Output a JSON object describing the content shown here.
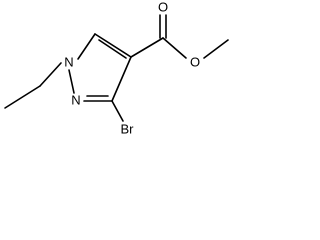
{
  "molecule": {
    "atoms": {
      "n1": "N",
      "n2": "N",
      "o_carbonyl": "O",
      "o_ester": "O",
      "br": "Br"
    }
  }
}
